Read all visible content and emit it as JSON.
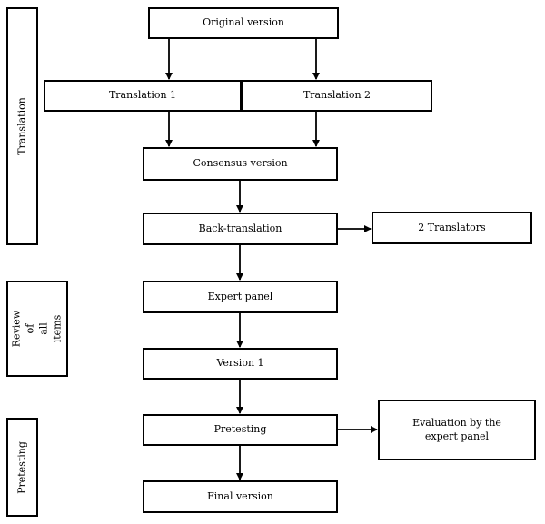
{
  "side_labels": {
    "translation": "Translation",
    "review": "Review of\nall items",
    "pretesting": "Pretesting"
  },
  "nodes": {
    "original": "Original version",
    "translation1": "Translation 1",
    "translation2": "Translation 2",
    "consensus": "Consensus version",
    "back_translation": "Back-translation",
    "translators": "2 Translators",
    "expert_panel": "Expert panel",
    "version1": "Version 1",
    "pretesting": "Pretesting",
    "evaluation": "Evaluation by the\nexpert panel",
    "final": "Final version"
  }
}
